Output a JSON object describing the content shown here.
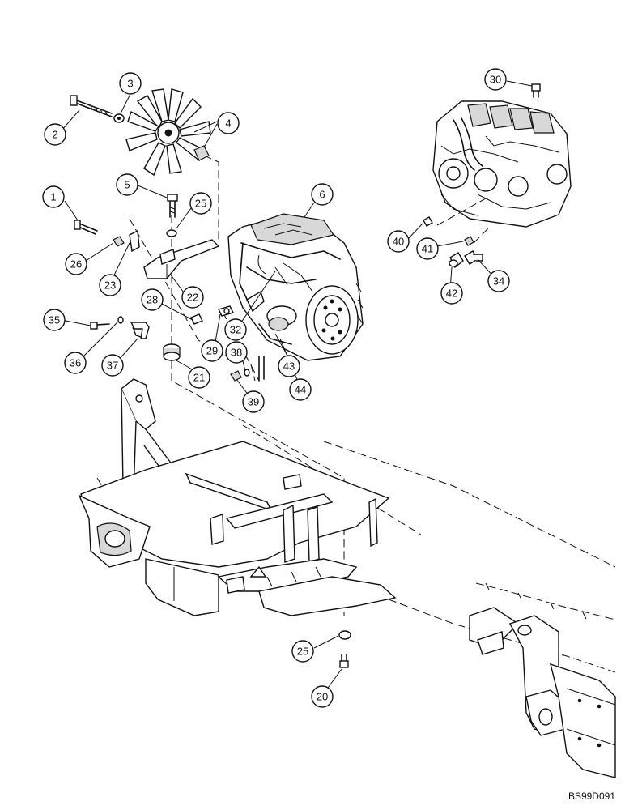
{
  "drawing_code": "BS99D091",
  "callouts": [
    "1",
    "2",
    "3",
    "4",
    "5",
    "6",
    "20",
    "21",
    "22",
    "23",
    "25",
    "25",
    "26",
    "28",
    "29",
    "30",
    "32",
    "34",
    "35",
    "36",
    "37",
    "38",
    "39",
    "40",
    "41",
    "42",
    "43",
    "44"
  ]
}
